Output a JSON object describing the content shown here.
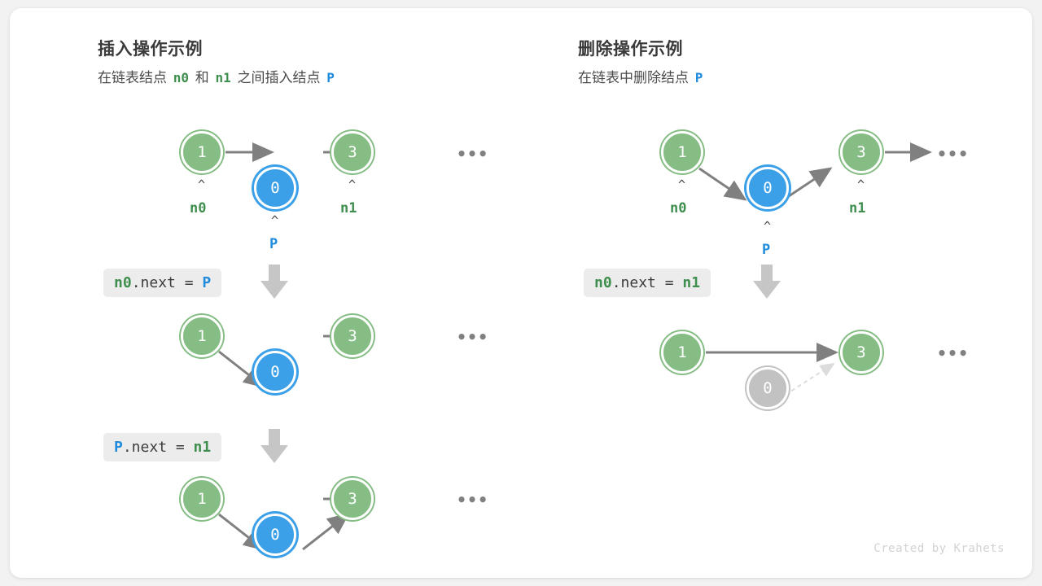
{
  "canvas": {
    "background": "#f2f2f2",
    "card_background": "#ffffff"
  },
  "colors": {
    "green": "#85bd84",
    "green_text": "#3f8f4f",
    "blue": "#3ba0e8",
    "blue_text": "#1f8bdd",
    "gray_node": "#c2c2c2",
    "arrow": "#808080",
    "badge_bg": "#ececec",
    "credit": "#d2d2d2"
  },
  "panels": [
    {
      "id": "insert",
      "title": "插入操作示例",
      "subtitle": {
        "p1": "在链表结点",
        "t1": "n0",
        "p2": "和",
        "t2": "n1",
        "p3": "之间插入结点",
        "t3": "P"
      },
      "steps": [
        {
          "id": "insert-step-1",
          "code": null,
          "nodes": [
            {
              "label": "1",
              "kind": "green"
            },
            {
              "label": "0",
              "kind": "blue"
            },
            {
              "label": "3",
              "kind": "green"
            }
          ],
          "pointers": [
            {
              "label": "n0",
              "kind": "green"
            },
            {
              "label": "P",
              "kind": "blue"
            },
            {
              "label": "n1",
              "kind": "green"
            }
          ],
          "tail": "•••"
        },
        {
          "id": "insert-step-2",
          "code": {
            "parts": [
              {
                "text": "n0",
                "token": "green"
              },
              {
                "text": ".next = ",
                "token": "plain"
              },
              {
                "text": "P",
                "token": "blue"
              }
            ]
          },
          "nodes": [
            {
              "label": "1",
              "kind": "green"
            },
            {
              "label": "0",
              "kind": "blue"
            },
            {
              "label": "3",
              "kind": "green"
            }
          ],
          "tail": "•••"
        },
        {
          "id": "insert-step-3",
          "code": {
            "parts": [
              {
                "text": "P",
                "token": "blue"
              },
              {
                "text": ".next = ",
                "token": "plain"
              },
              {
                "text": "n1",
                "token": "green"
              }
            ]
          },
          "nodes": [
            {
              "label": "1",
              "kind": "green"
            },
            {
              "label": "0",
              "kind": "blue"
            },
            {
              "label": "3",
              "kind": "green"
            }
          ],
          "tail": "•••"
        }
      ]
    },
    {
      "id": "remove",
      "title": "删除操作示例",
      "subtitle": {
        "p1": "在链表中删除结点",
        "t1": "P"
      },
      "steps": [
        {
          "id": "remove-step-1",
          "code": null,
          "nodes": [
            {
              "label": "1",
              "kind": "green"
            },
            {
              "label": "0",
              "kind": "blue"
            },
            {
              "label": "3",
              "kind": "green"
            }
          ],
          "pointers": [
            {
              "label": "n0",
              "kind": "green"
            },
            {
              "label": "P",
              "kind": "blue"
            },
            {
              "label": "n1",
              "kind": "green"
            }
          ],
          "tail": "•••"
        },
        {
          "id": "remove-step-2",
          "code": {
            "parts": [
              {
                "text": "n0",
                "token": "green"
              },
              {
                "text": ".next = ",
                "token": "plain"
              },
              {
                "text": "n1",
                "token": "green"
              }
            ]
          },
          "nodes": [
            {
              "label": "1",
              "kind": "green"
            },
            {
              "label": "0",
              "kind": "gray"
            },
            {
              "label": "3",
              "kind": "green"
            }
          ],
          "tail": "•••"
        }
      ]
    }
  ],
  "credit": "Created by Krahets"
}
